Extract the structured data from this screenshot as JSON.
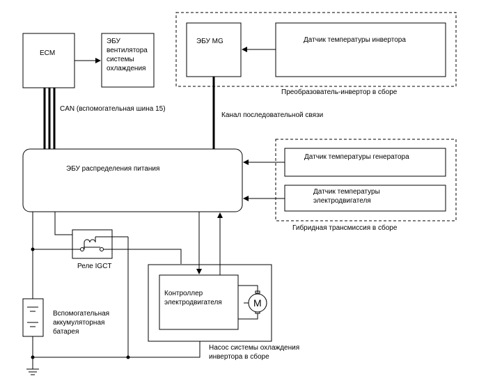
{
  "ecm": {
    "label": "ECM"
  },
  "fan_ecu": {
    "lines": [
      "ЭБУ",
      "вентилятора",
      "системы",
      "охлаждения"
    ]
  },
  "can_bus": {
    "label": "CAN (вспомогательная шина 15)"
  },
  "mg_ecu": {
    "label": "ЭБУ MG"
  },
  "inverter_temp_sensor": {
    "label": "Датчик температуры инвертора"
  },
  "inverter_assembly": {
    "label": "Преобразователь-инвертор в сборе"
  },
  "serial_link": {
    "label": "Канал последовательной связи"
  },
  "power_ecu": {
    "label": "ЭБУ распределения питания"
  },
  "generator_temp_sensor": {
    "label": "Датчик температуры генератора"
  },
  "motor_temp_sensor": {
    "lines": [
      "Датчик температуры",
      "электродвигателя"
    ]
  },
  "hybrid_transmission": {
    "label": "Гибридная трансмиссия в сборе"
  },
  "igct_relay": {
    "label": "Реле IGCT"
  },
  "motor_controller": {
    "lines": [
      "Контроллер",
      "электродвигателя"
    ]
  },
  "motor_symbol": {
    "label": "M"
  },
  "aux_battery": {
    "lines": [
      "Вспомогательная",
      "аккумуляторная",
      "батарея"
    ]
  },
  "pump_assembly": {
    "lines": [
      "Насос системы охлаждения",
      "инвертора в сборе"
    ]
  }
}
